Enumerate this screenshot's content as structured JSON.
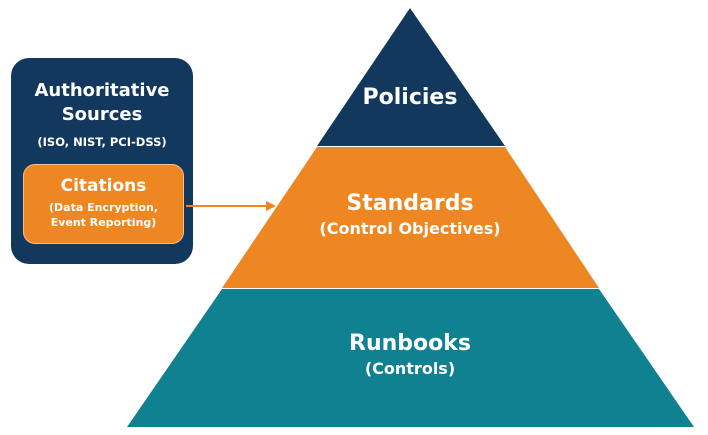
{
  "sources": {
    "title_line1": "Authoritative",
    "title_line2": "Sources",
    "subtitle": "(ISO, NIST, PCI-DSS)"
  },
  "citations": {
    "title": "Citations",
    "sub_line1": "(Data Encryption,",
    "sub_line2": "Event Reporting)"
  },
  "pyramid": {
    "top": {
      "label": "Policies",
      "color": "#12385e"
    },
    "middle": {
      "label": "Standards",
      "sublabel": "(Control Objectives)",
      "color": "#ee8722"
    },
    "bottom": {
      "label": "Runbooks",
      "sublabel": "(Controls)",
      "color": "#0f8191"
    }
  },
  "colors": {
    "navy": "#12385e",
    "orange": "#ee8722",
    "teal": "#0f8191",
    "white": "#ffffff"
  }
}
